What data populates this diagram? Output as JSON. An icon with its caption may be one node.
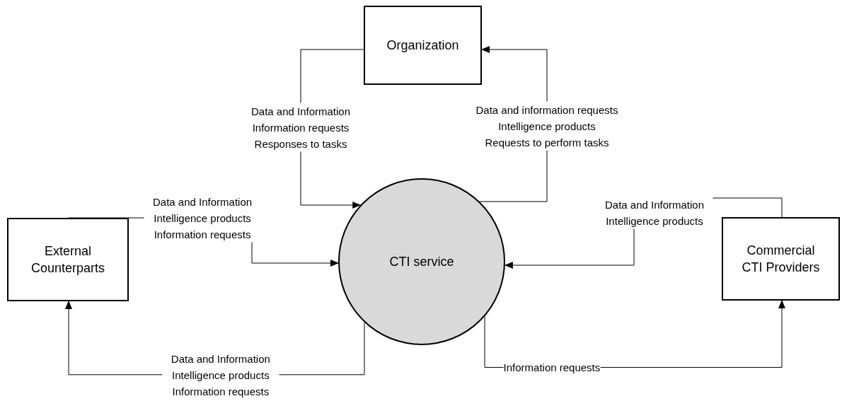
{
  "diagram": {
    "nodes": [
      {
        "text": [
          "Organization"
        ]
      },
      {
        "text": [
          "External Counterparts"
        ]
      },
      {
        "text": [
          "CTI service"
        ]
      },
      {
        "text": [
          "Commercial CTI Providers"
        ]
      }
    ],
    "edges": [
      {
        "from": 0,
        "to": 2,
        "arrow": "to",
        "label": "Data and Information Information requests Responses to tasks"
      },
      {
        "from": 2,
        "to": 0,
        "arrow": "to",
        "label": "Data and information requests Intelligence products Requests to perform tasks"
      },
      {
        "from": 1,
        "to": 2,
        "arrow": "to",
        "label": "Data and Information Intelligence products Information requests"
      },
      {
        "from": 3,
        "to": 2,
        "arrow": "to",
        "label": "Data and Information Intelligence products"
      },
      {
        "from": 2,
        "to": 1,
        "arrow": "to",
        "label": "Data and Information Intelligence products Information requests"
      },
      {
        "from": 2,
        "to": 3,
        "arrow": "to",
        "label": "Information requests"
      }
    ]
  }
}
